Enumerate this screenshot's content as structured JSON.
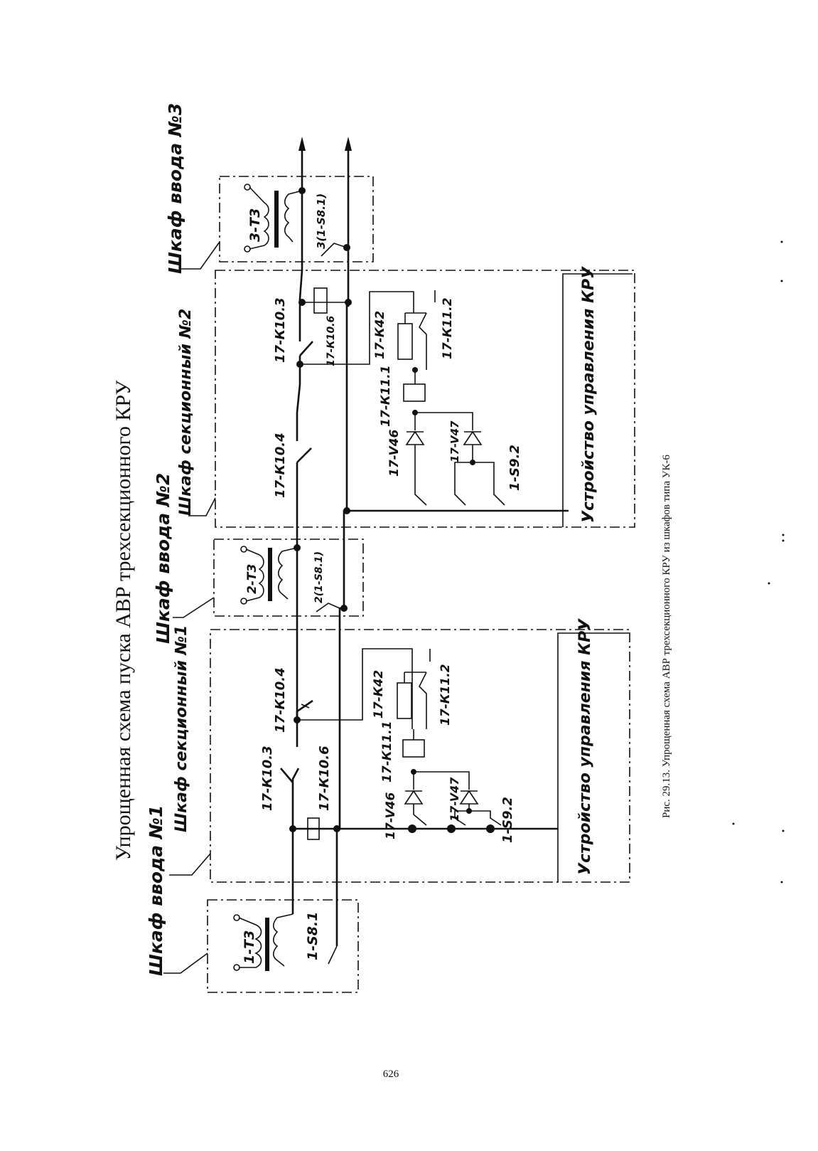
{
  "title": "Упрощенная схема пуска АВР трехсекционного КРУ",
  "caption": "Рис. 29.13. Упрощенная схема АВР трехсекционного КРУ из шкафов типа  УК-6",
  "page_number": "626",
  "cabinets": {
    "input1": "Шкаф ввода №1",
    "section1": "Шкаф секционный №1",
    "input2": "Шкаф ввода №2",
    "section2": "Шкаф секционный №2",
    "input3": "Шкаф ввода №3"
  },
  "control_device": "Устройство управления КРУ",
  "components": {
    "t1": "1-Т3",
    "s1": "1-S8.1",
    "t2": "2-Т3",
    "s2": "2(1-S8.1)",
    "t3": "3-Т3",
    "s3": "3(1-S8.1)",
    "sec1_k103": "17-К10.3",
    "sec1_k106": "17-К10.6",
    "sec1_k104": "17-К10.4",
    "sec1_k42": "17-К42",
    "sec1_k111": "17-К11.1",
    "sec1_k112": "17-К11.2",
    "sec1_v46": "17-V46",
    "sec1_v47": "17-V47",
    "sec1_s92": "1-S9.2",
    "sec2_k103": "17-К10.3",
    "sec2_k106": "17-К10.6",
    "sec2_k104": "17-К10.4",
    "sec2_k42": "17-К42",
    "sec2_k111": "17-К11.1",
    "sec2_k112": "17-К11.2",
    "sec2_v46": "17-V46",
    "sec2_v47": "17-V47",
    "sec2_s92": "1-S9.2"
  }
}
